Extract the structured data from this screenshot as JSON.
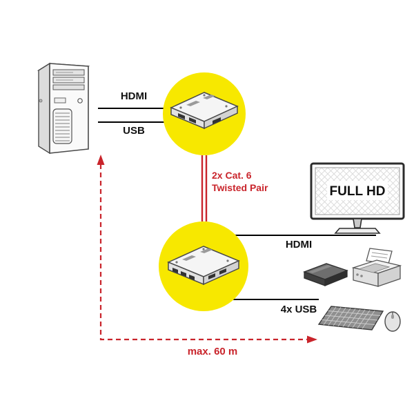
{
  "diagram": {
    "connections": {
      "pc_to_tx_top": "HDMI",
      "pc_to_tx_bottom": "USB",
      "tx_to_rx_line1": "2x Cat. 6",
      "tx_to_rx_line2": "Twisted Pair",
      "rx_to_monitor": "HDMI",
      "rx_to_peripherals": "4x USB",
      "max_distance": "max. 60 m"
    },
    "monitor": {
      "label": "FULL HD"
    },
    "icons": [
      "pc-tower-icon",
      "kvm-transmitter-icon",
      "kvm-receiver-icon",
      "monitor-icon",
      "external-hdd-icon",
      "printer-icon",
      "keyboard-icon",
      "mouse-icon"
    ],
    "colors": {
      "accent_red": "#c9242b",
      "highlight_yellow": "#f7e800",
      "line_black": "#000000"
    }
  }
}
